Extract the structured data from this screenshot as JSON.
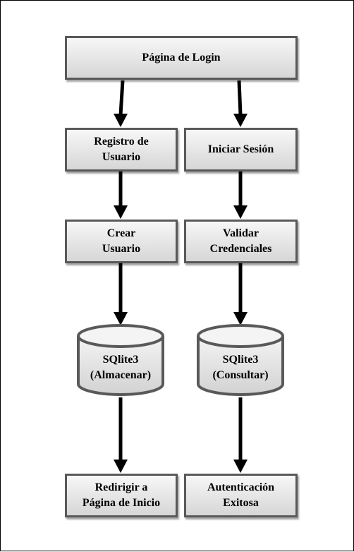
{
  "nodes": {
    "login": "Página de Login",
    "registro": "Registro de\nUsuario",
    "iniciar": "Iniciar Sesión",
    "crear": "Crear\nUsuario",
    "validar": "Validar\nCredenciales",
    "db_almacenar": "SQlite3\n(Almacenar)",
    "db_consultar": "SQlite3\n(Consultar)",
    "redirigir": "Redirigir a\nPágina de Inicio",
    "autenticacion": "Autenticación\nExitosa"
  },
  "colors": {
    "border": "#595959",
    "fill_top": "#f7f7f7",
    "fill_bottom": "#d6d6d6",
    "arrow": "#000000"
  }
}
